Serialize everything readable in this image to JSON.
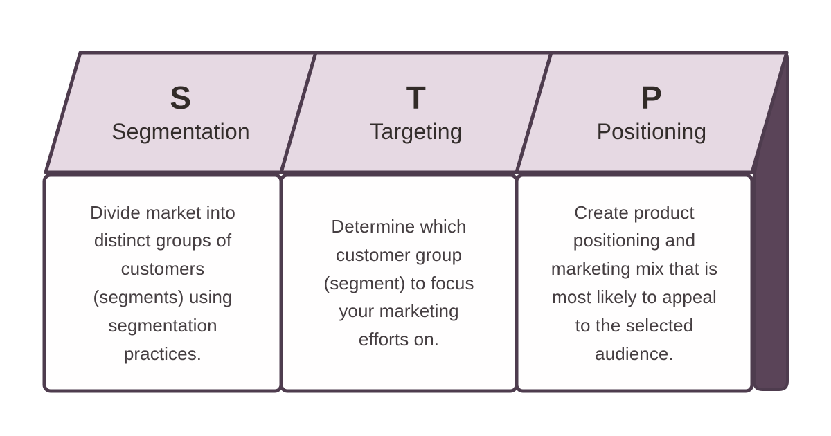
{
  "diagram": {
    "columns": [
      {
        "letter": "S",
        "title": "Segmentation",
        "description": "Divide market into\ndistinct groups of\ncustomers\n(segments) using\nsegmentation\npractices."
      },
      {
        "letter": "T",
        "title": "Targeting",
        "description": "Determine which\ncustomer group\n(segment) to focus\nyour marketing\nefforts on."
      },
      {
        "letter": "P",
        "title": "Positioning",
        "description": "Create product\npositioning and\nmarketing mix that is\nmost likely to appeal\nto the selected\naudience."
      }
    ],
    "colors": {
      "header_fill": "#e6d9e3",
      "outline": "#4e3c4e",
      "side_panel": "#5a4458",
      "body_fill": "#fffefe",
      "heading_text": "#322b28",
      "body_text": "#453e41",
      "background": "#ffffff"
    }
  }
}
